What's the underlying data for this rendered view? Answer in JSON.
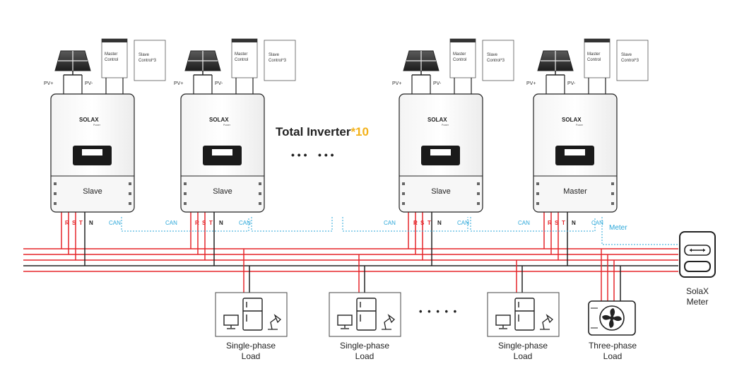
{
  "title": {
    "text": "Total Inverter",
    "count": "*10"
  },
  "ellipsis": "• • •    • • •",
  "load_ellipsis": "• • • • •",
  "colors": {
    "phase": "#e5262a",
    "neutral": "#222222",
    "can": "#2aa7d9",
    "accent": "#f3b21a"
  },
  "inverters": [
    {
      "brand": "SOLAX",
      "brand_sub": "Power",
      "role": "Slave",
      "pv_plus": "PV+",
      "pv_minus": "PV-",
      "master_control": "Master Control",
      "slave_control": "Slave Control*3",
      "r": "R",
      "s": "S",
      "t": "T",
      "n": "N",
      "can_right": "CAN"
    },
    {
      "brand": "SOLAX",
      "brand_sub": "Power",
      "role": "Slave",
      "pv_plus": "PV+",
      "pv_minus": "PV-",
      "master_control": "Master Control",
      "slave_control": "Slave Control*3",
      "r": "R",
      "s": "S",
      "t": "T",
      "n": "N",
      "can_left": "CAN",
      "can_right": "CAN"
    },
    {
      "brand": "SOLAX",
      "brand_sub": "Power",
      "role": "Slave",
      "pv_plus": "PV+",
      "pv_minus": "PV-",
      "master_control": "Master Control",
      "slave_control": "Slave Control*3",
      "r": "R",
      "s": "S",
      "t": "T",
      "n": "N",
      "can_left": "CAN",
      "can_right": "CAN"
    },
    {
      "brand": "SOLAX",
      "brand_sub": "Power",
      "role": "Master",
      "pv_plus": "PV+",
      "pv_minus": "PV-",
      "master_control": "Master Control",
      "slave_control": "Slave Control*3",
      "r": "R",
      "s": "S",
      "t": "T",
      "n": "N",
      "can_left": "CAN",
      "can_right": "CAN"
    }
  ],
  "meter_link": "Meter",
  "meter": {
    "line1": "SolaX",
    "line2": "Meter"
  },
  "loads": [
    {
      "line1": "Single-phase",
      "line2": "Load"
    },
    {
      "line1": "Single-phase",
      "line2": "Load"
    },
    {
      "line1": "Single-phase",
      "line2": "Load"
    },
    {
      "line1": "Three-phase",
      "line2": "Load"
    }
  ]
}
